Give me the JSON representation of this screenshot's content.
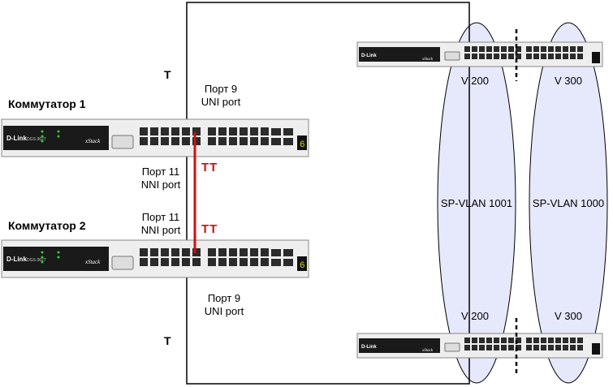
{
  "switch1": {
    "title": "Коммутатор 1",
    "brand": "D-Link",
    "model": "DGS-3627",
    "stack": "xStack"
  },
  "switch2": {
    "title": "Коммутатор 2",
    "brand": "D-Link",
    "model": "DGS-3627",
    "stack": "xStack"
  },
  "right_switch_top": {
    "brand": "D-Link",
    "stack": "xStack"
  },
  "right_switch_bottom": {
    "brand": "D-Link",
    "stack": "xStack"
  },
  "labels": {
    "t_top": "T",
    "t_bottom": "T",
    "tt_1": "TT",
    "tt_2": "TT",
    "port9_top_line1": "Порт 9",
    "port9_top_line2": "UNI port",
    "port11_sw1_line1": "Порт 11",
    "port11_sw1_line2": "NNI port",
    "port11_sw2_line1": "Порт 11",
    "port11_sw2_line2": "NNI port",
    "port9_bottom_line1": "Порт 9",
    "port9_bottom_line2": "UNI port"
  },
  "vlans": {
    "left": {
      "name": "SP-VLAN 1001",
      "top": "V 200",
      "bottom": "V 200"
    },
    "right": {
      "name": "SP-VLAN 1000",
      "top": "V 300",
      "bottom": "V 300"
    }
  },
  "colors": {
    "link": "#cc1111",
    "ellipse_fill": "#e6e8fb",
    "switch_body": "#eeeeee",
    "panel_dark": "#1a1a1a",
    "port_dark": "#2b2b2b"
  }
}
